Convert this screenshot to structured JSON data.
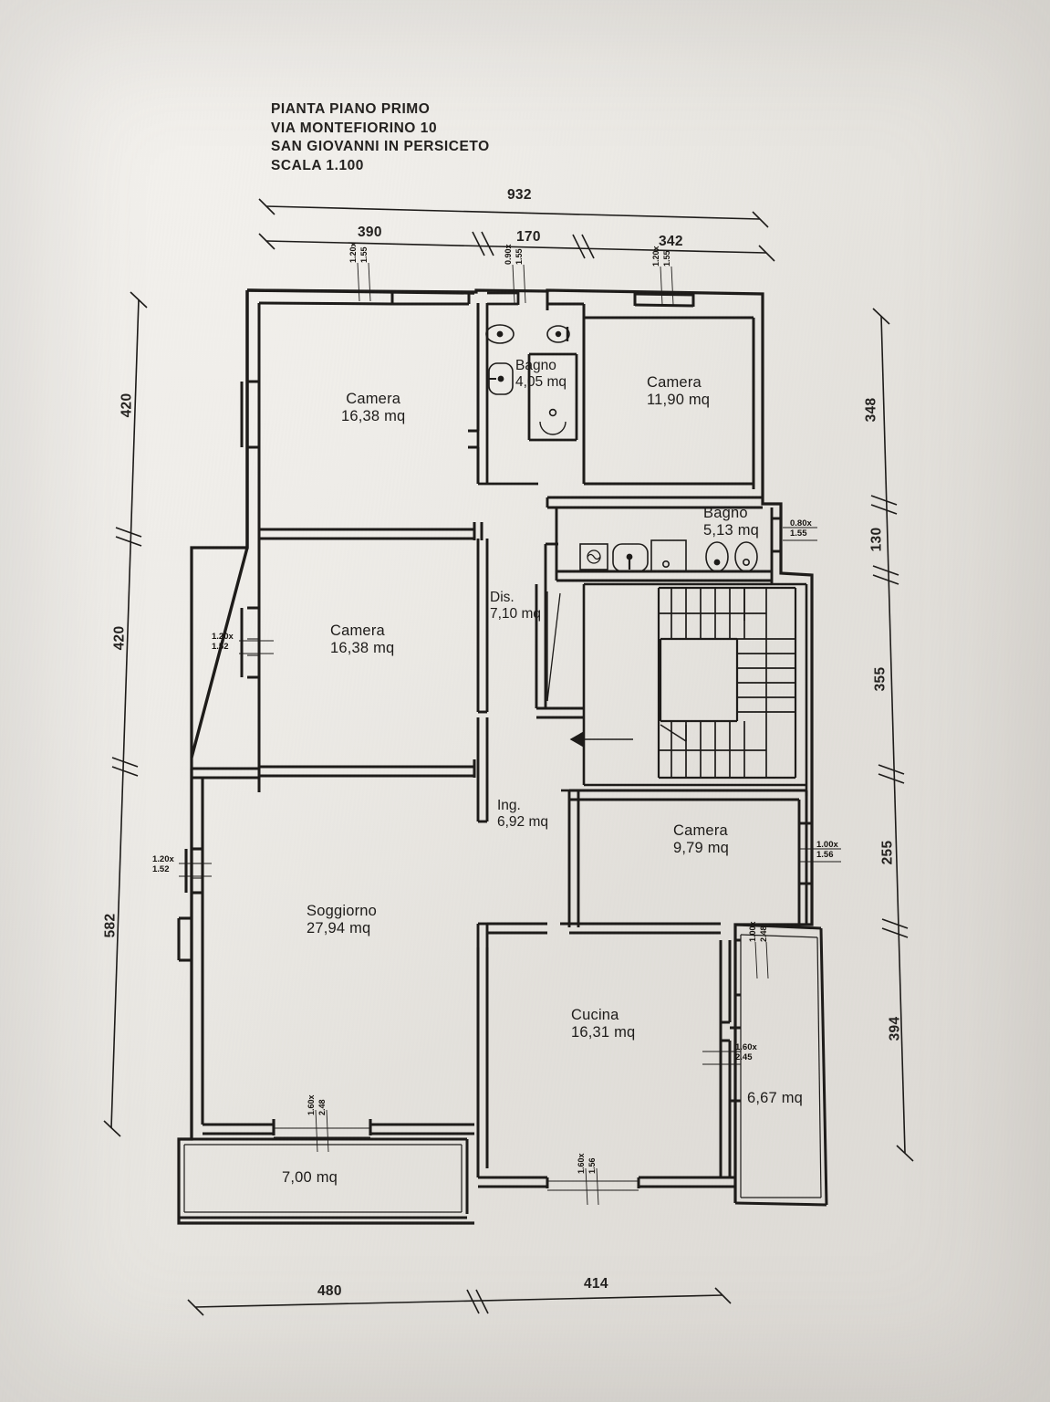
{
  "title_block": {
    "line1": "PIANTA PIANO PRIMO",
    "line2": "VIA MONTEFIORINO 10",
    "line3": "SAN GIOVANNI IN PERSICETO",
    "line4": "SCALA 1.100"
  },
  "dimensions": {
    "top_overall": "932",
    "top_segments": [
      "390",
      "170",
      "342"
    ],
    "left_segments": [
      "420",
      "420",
      "582"
    ],
    "right_segments": [
      "348",
      "130",
      "355",
      "255",
      "394"
    ],
    "bottom_segments": [
      "480",
      "414"
    ]
  },
  "rooms": [
    {
      "name": "Camera",
      "area": "16,38 mq"
    },
    {
      "name": "Bagno",
      "area": "4,05 mq"
    },
    {
      "name": "Camera",
      "area": "11,90 mq"
    },
    {
      "name": "Bagno",
      "area": "5,13 mq"
    },
    {
      "name": "Camera",
      "area": "16,38 mq"
    },
    {
      "name": "Dis.",
      "area": "7,10 mq"
    },
    {
      "name": "Ing.",
      "area": "6,92 mq"
    },
    {
      "name": "Camera",
      "area": "9,79 mq"
    },
    {
      "name": "Soggiorno",
      "area": "27,94 mq"
    },
    {
      "name": "Cucina",
      "area": "16,31 mq"
    }
  ],
  "balconies": [
    {
      "area": "7,00 mq"
    },
    {
      "area": "6,67 mq"
    }
  ],
  "openings": {
    "top_w1": {
      "width": "1.20x",
      "height": "1.55"
    },
    "top_w2": {
      "width": "0.90x",
      "height": "1.55"
    },
    "top_w3": {
      "width": "1.20x",
      "height": "1.55"
    },
    "right_w1": {
      "width": "0.80x",
      "height": "1.55"
    },
    "right_w2": {
      "width": "1.00x",
      "height": "1.56"
    },
    "right_d1": {
      "width": "1.00x",
      "height": "2.48"
    },
    "right_d2": {
      "width": "1.60x",
      "height": "2.45"
    },
    "left_w1": {
      "width": "1.20x",
      "height": "1.52"
    },
    "left_w2": {
      "width": "1.20x",
      "height": "1.52"
    },
    "bottom_d1": {
      "width": "1.60x",
      "height": "2.48"
    },
    "bottom_w1": {
      "width": "1.60x",
      "height": "1.56"
    }
  },
  "colors": {
    "ink": "#1d1b19",
    "paper": "#e9e7e3"
  }
}
